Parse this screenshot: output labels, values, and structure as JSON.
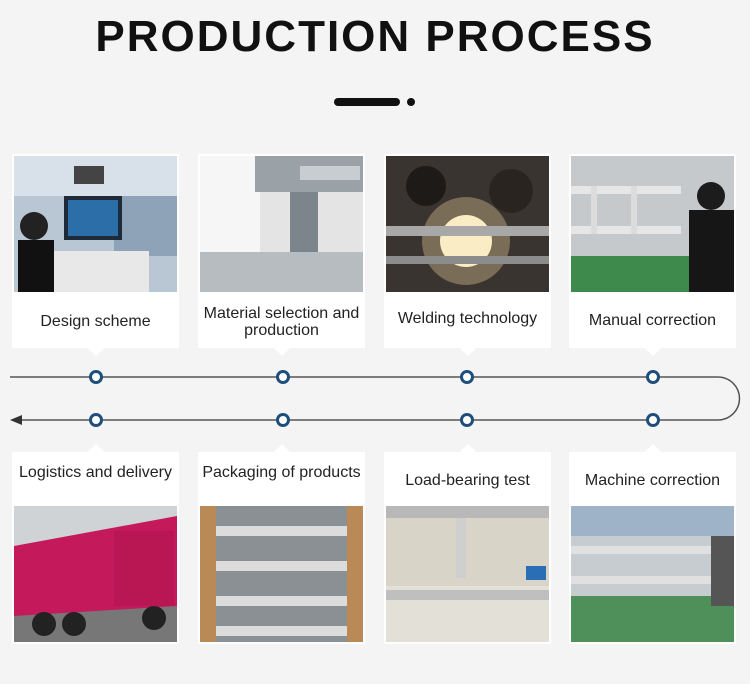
{
  "title": "PRODUCTION PROCESS",
  "top_steps": [
    {
      "label": "Design scheme"
    },
    {
      "label": "Material selection and production"
    },
    {
      "label": "Welding technology"
    },
    {
      "label": "Manual correction"
    }
  ],
  "bottom_steps": [
    {
      "label": "Logistics and delivery"
    },
    {
      "label": "Packaging of products"
    },
    {
      "label": "Load-bearing test"
    },
    {
      "label": "Machine correction"
    }
  ],
  "colors": {
    "node": "#1e4f7c",
    "line": "#555555",
    "title": "#111111"
  }
}
